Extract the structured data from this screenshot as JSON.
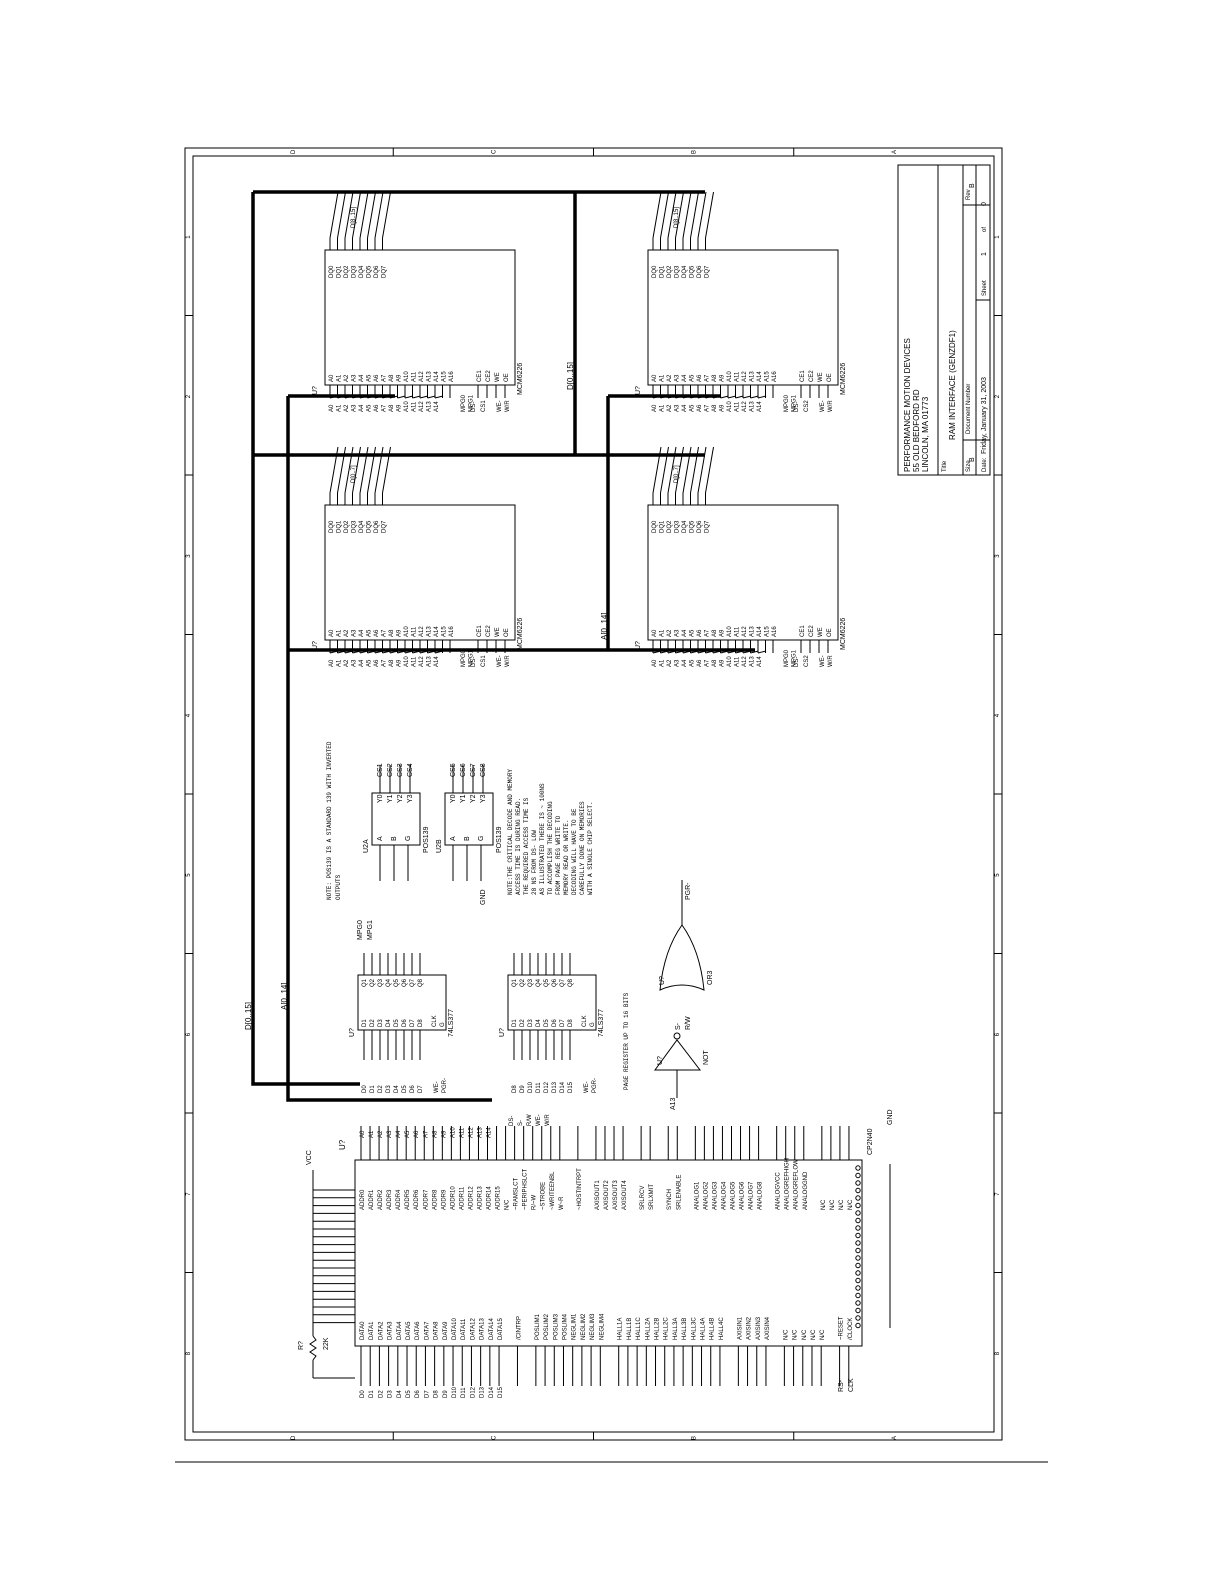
{
  "title_block": {
    "company": "PERFORMANCE MOTION DEVICES",
    "address1": "55 OLD BEDFORD RD",
    "address2": "LINCOLN, MA 01773",
    "title_label": "Title",
    "title": "RAM INTERFACE (GENZDF1)",
    "size_label": "Size",
    "size": "B",
    "docnum_label": "Document Number",
    "rev_label": "Rev",
    "rev": "B",
    "date_label": "Date:",
    "date": "Friday, January 31, 2003",
    "sheet_label": "Sheet",
    "sheet": "1",
    "of_label": "of",
    "of": "0"
  },
  "border": {
    "cols": [
      "1",
      "2",
      "3",
      "4",
      "5",
      "6",
      "7",
      "8"
    ],
    "rows": [
      "D",
      "C",
      "B",
      "A"
    ]
  },
  "buses": {
    "data": "D[0..15]",
    "addr": "A[0..14]",
    "data_top": "D[0..15]",
    "addr_top": "A[0..14]"
  },
  "ram_chips": [
    {
      "ref": "U?",
      "part": "MCM6226",
      "dsel": "D[8..15]",
      "cs": "CS1"
    },
    {
      "ref": "U?",
      "part": "MCM6226",
      "dsel": "D[0..7]",
      "cs": "CS1"
    },
    {
      "ref": "U?",
      "part": "MCM6226",
      "dsel": "D[8..15]",
      "cs": "CS2"
    },
    {
      "ref": "U?",
      "part": "MCM6226",
      "dsel": "D[0..7]",
      "cs": "CS2"
    }
  ],
  "ram_pins_left": [
    "A0",
    "A1",
    "A2",
    "A3",
    "A4",
    "A5",
    "A6",
    "A7",
    "A8",
    "A9",
    "A10",
    "A11",
    "A12",
    "A13",
    "A14",
    "A15",
    "A16"
  ],
  "ram_pins_ctrl": [
    "CE1",
    "CE2",
    "WE",
    "OE"
  ],
  "ram_pins_data": [
    "DQ0",
    "DQ1",
    "DQ2",
    "DQ3",
    "DQ4",
    "DQ5",
    "DQ6",
    "DQ7"
  ],
  "ram_mpg": [
    "MPG0",
    "MPG1"
  ],
  "ram_ctrl_nets": [
    "DS-",
    "WE-",
    "W/R"
  ],
  "decoders": {
    "u2a": {
      "ref": "U2A",
      "part": "POS139",
      "outs": [
        "CS1",
        "CS2",
        "CS3",
        "CS4"
      ]
    },
    "u2b": {
      "ref": "U2B",
      "part": "POS139",
      "outs": [
        "CS5",
        "CS6",
        "CS7",
        "CS8"
      ]
    },
    "pins_in": [
      "A",
      "B",
      "G"
    ],
    "pins_out": [
      "Y0",
      "Y1",
      "Y2",
      "Y3"
    ],
    "gnd": "GND",
    "mpg": [
      "MPG0",
      "MPG1"
    ]
  },
  "note1": [
    "NOTE: POS139 IS A STANDARD 139 WITH INVERTED",
    "OUTPUTS"
  ],
  "note2": [
    "NOTE:THE CRITICAL DECODE AND MEMORY",
    "ACCESS TIME IS DURING READ.",
    "THE REQUIRED ACCESS TIME IS",
    "28 NS FROM DS- LOW",
    "AS ILLUSTRATED THERE IS ~ 100NS",
    "TO ACCOMPLISH THE DECODING",
    "FROM PAGE REG WRITE TO",
    "MEMORY READ OR WRITE.",
    "DECODING WILL HAVE TO BE",
    "CAREFULLY DONE ON MEMORIES",
    "WITH A SINGLE CHIP SELECT."
  ],
  "latches": {
    "part": "74LS377",
    "ref": "U?",
    "pins_d": [
      "D1",
      "D2",
      "D3",
      "D4",
      "D5",
      "D6",
      "D7",
      "D8"
    ],
    "pins_q": [
      "Q1",
      "Q2",
      "Q3",
      "Q4",
      "Q5",
      "Q6",
      "Q7",
      "Q8"
    ],
    "clk": "CLK",
    "g": "G",
    "inputs1": [
      "D0",
      "D1",
      "D2",
      "D3",
      "D4",
      "D5",
      "D6",
      "D7"
    ],
    "inputs2": [
      "D8",
      "D9",
      "D10",
      "D11",
      "D12",
      "D13",
      "D14",
      "D15"
    ],
    "ctrl": [
      "WE-",
      "PGR-"
    ],
    "note": "PAGE REGISTER UP TO 16 BITS"
  },
  "gates": {
    "not_ref": "U?",
    "not_part": "NOT",
    "or_ref": "U?",
    "or_part": "OR3",
    "a13": "A13",
    "pgr": "PGR-",
    "rw": "R/W",
    "s": "S-"
  },
  "resistor": {
    "ref": "R?",
    "value": "22K",
    "vcc": "VCC"
  },
  "main_chip": {
    "ref": "U?",
    "part": "CP2N40",
    "gnd": "GND",
    "left_pins": [
      "DATA0",
      "DATA1",
      "DATA2",
      "DATA3",
      "DATA4",
      "DATA5",
      "DATA6",
      "DATA7",
      "DATA8",
      "DATA9",
      "DATA10",
      "DATA11",
      "DATA12",
      "DATA13",
      "DATA14",
      "DATA15",
      "",
      "/CINTRP",
      "",
      "POSLIM1",
      "POSLIM2",
      "POSLIM3",
      "POSLIM4",
      "NEGLIM1",
      "NEGLIM2",
      "NEGLIM3",
      "NEGLIM4",
      "",
      "HALL1A",
      "HALL1B",
      "HALL1C",
      "HALL2A",
      "HALL2B",
      "HALL2C",
      "HALL3A",
      "HALL3B",
      "HALL3C",
      "HALL4A",
      "HALL4B",
      "HALL4C",
      "",
      "AXISIN1",
      "AXISIN2",
      "AXISIN3",
      "AXISIN4",
      "",
      "N/C",
      "N/C",
      "N/C",
      "N/C",
      "N/C",
      "",
      "~RESET",
      "/CLOCK"
    ],
    "right_pins": [
      "ADDR0",
      "ADDR1",
      "ADDR2",
      "ADDR3",
      "ADDR4",
      "ADDR5",
      "ADDR6",
      "ADDR7",
      "ADDR8",
      "ADDR9",
      "ADDR10",
      "ADDR11",
      "ADDR12",
      "ADDR13",
      "ADDR14",
      "ADDR15",
      "N/C",
      "~RAMSLCT",
      "~PERIPHSLCT",
      "R/~W",
      "~STROBE",
      "~WRITEENBL",
      "W~R",
      "",
      "~HOSTINTRPT",
      "",
      "AXISOUT1",
      "AXISOUT2",
      "AXISOUT3",
      "AXISOUT4",
      "",
      "SRLRCV",
      "SRLXMIT",
      "",
      "SYNCH",
      "SRLENABLE",
      "",
      "ANALOG1",
      "ANALOG2",
      "ANALOG3",
      "ANALOG4",
      "ANALOG5",
      "ANALOG6",
      "ANALOG7",
      "ANALOG8",
      "",
      "ANALOGVCC",
      "ANALOGREFHIGH",
      "ANALOGREFLOW",
      "ANALOGGND",
      "",
      "N/C",
      "N/C",
      "N/C",
      "N/C"
    ],
    "left_nets": [
      "D0",
      "D1",
      "D2",
      "D3",
      "D4",
      "D5",
      "D6",
      "D7",
      "D8",
      "D9",
      "D10",
      "D11",
      "D12",
      "D13",
      "D14",
      "D15"
    ],
    "right_nets": [
      "A0",
      "A1",
      "A2",
      "A3",
      "A4",
      "A5",
      "A6",
      "A7",
      "A8",
      "A9",
      "A10",
      "A11",
      "A12",
      "A13",
      "A14"
    ],
    "bottom_nets": [
      "RS-",
      "CLK"
    ],
    "ctrl_nets": [
      "DS-",
      "S-",
      "R/W",
      "WE-",
      "W/R"
    ]
  }
}
